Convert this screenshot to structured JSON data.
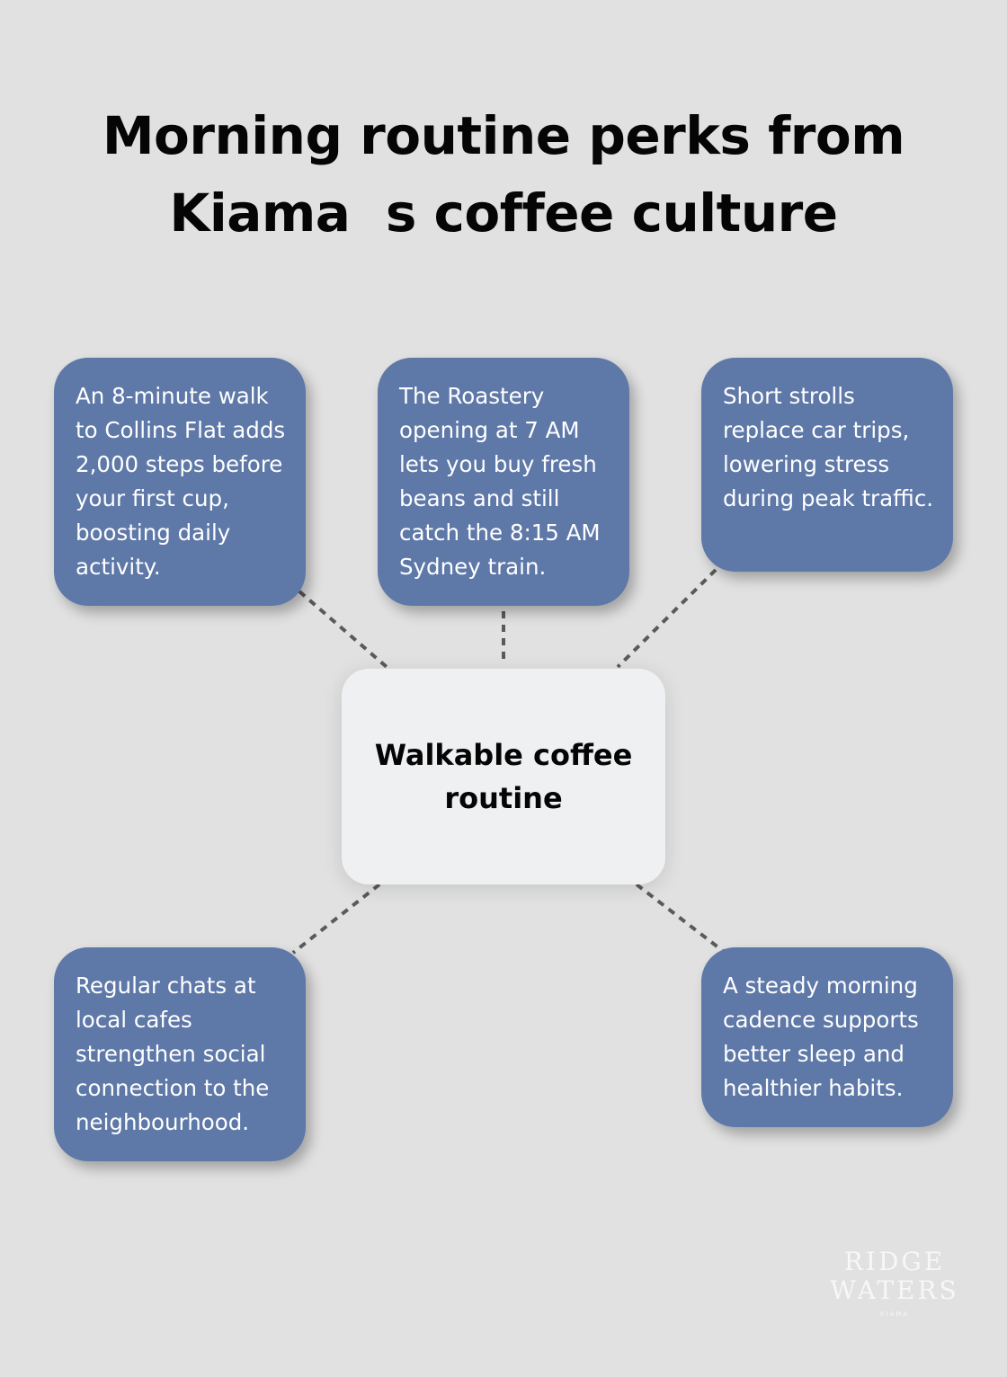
{
  "title": {
    "line1": "Morning routine perks from",
    "line2": "Kiama  s coffee culture"
  },
  "center": {
    "label": "Walkable coffee routine"
  },
  "cards": {
    "top_left": "An 8-minute walk to Collins Flat adds 2,000 steps before your first cup, boosting daily activity.",
    "top_middle": "The Roastery opening at 7 AM lets you buy fresh beans and still catch the 8:15 AM Sydney train.",
    "top_right": "Short strolls replace car trips, lowering stress during peak traffic.",
    "bottom_left": "Regular chats at local cafes strengthen social connection to the neighbourhood.",
    "bottom_right": "A steady morning cadence supports better sleep and healthier habits."
  },
  "logo": {
    "line1": "RIDGE",
    "line2": "WATERS",
    "line3": "KIAMA"
  },
  "colors": {
    "background": "#e0e1e0",
    "card": "#5e78a8",
    "center": "#eff0f1",
    "connector": "#5a5a5a"
  }
}
